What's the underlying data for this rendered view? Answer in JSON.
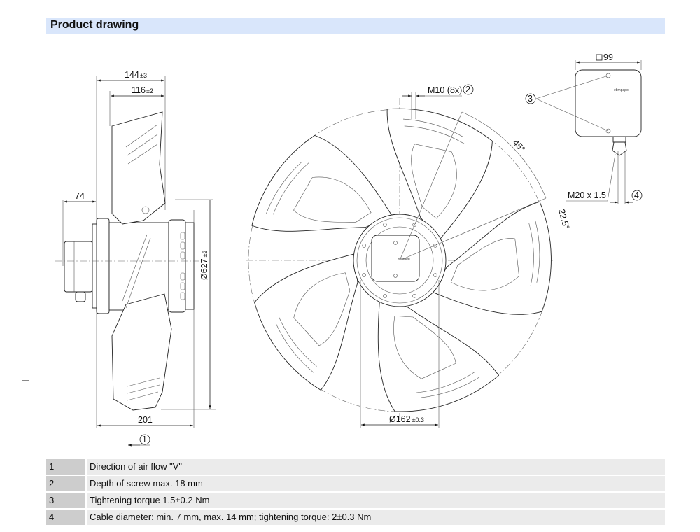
{
  "header": {
    "title": "Product drawing"
  },
  "side_view": {
    "dim_overall_depth": "144",
    "dim_overall_depth_tol": "±3",
    "dim_blade_depth": "116",
    "dim_blade_depth_tol": "±2",
    "dim_terminal_box": "74",
    "dim_diameter": "Ø627",
    "dim_diameter_tol": "±2",
    "dim_base_depth": "201",
    "airflow_marker": "1"
  },
  "front_view": {
    "thread_label": "M10 (8x)",
    "thread_marker": "2",
    "angle_1": "45°",
    "angle_2": "22.5°",
    "hub_diameter": "Ø162",
    "hub_diameter_tol": "±0.3",
    "brand_mark": "ebmpapst"
  },
  "terminal_box": {
    "dim_square": "99",
    "screw_marker": "3",
    "gland_label": "M20 x 1.5",
    "cable_marker": "4",
    "brand_mark": "ebmpapst"
  },
  "legend": [
    {
      "number": "1",
      "text": "Direction of air flow \"V\""
    },
    {
      "number": "2",
      "text": "Depth of screw max. 18 mm"
    },
    {
      "number": "3",
      "text": "Tightening torque 1.5±0.2 Nm"
    },
    {
      "number": "4",
      "text": "Cable diameter: min. 7 mm, max. 14 mm; tightening torque: 2±0.3 Nm"
    }
  ]
}
